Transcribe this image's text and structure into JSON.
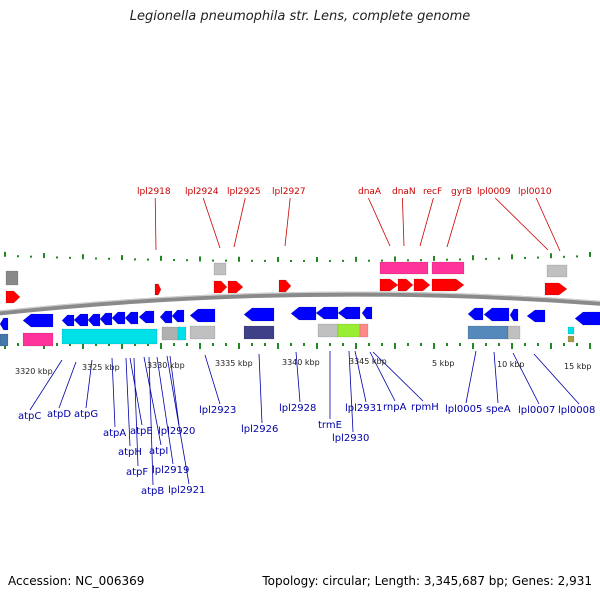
{
  "title": "Legionella pneumophila str. Lens, complete genome",
  "footer": {
    "accession": "Accession: NC_006369",
    "summary": "Topology: circular; Length: 3,345,687 bp; Genes: 2,931"
  },
  "colors": {
    "top_strand_gene": "#ff0000",
    "bottom_strand_gene": "#0000ff",
    "top_label": "#cc0000",
    "bottom_label": "#0000aa",
    "backbone": "#777777",
    "tick": "#228822"
  },
  "scale_labels": [
    "3320 kbp",
    "3325 kbp",
    "3330 kbp",
    "3335 kbp",
    "3340 kbp",
    "3345 kbp",
    "5 kbp",
    "10 kbp",
    "15 kbp"
  ],
  "top_genes": [
    "lpl2918",
    "lpl2924",
    "lpl2925",
    "lpl2927",
    "dnaA",
    "dnaN",
    "recF",
    "gyrB",
    "lpl0009",
    "lpl0010"
  ],
  "bottom_genes": [
    "atpC",
    "atpD",
    "atpG",
    "atpA",
    "atpH",
    "atpE",
    "atpF",
    "atpI",
    "atpB",
    "lpl2919",
    "lpl2920",
    "lpl2921",
    "lpl2923",
    "lpl2926",
    "lpl2928",
    "trmE",
    "lpl2930",
    "lpl2931",
    "rnpA",
    "rpmH",
    "lpl0005",
    "speA",
    "lpl0007",
    "lpl0008"
  ]
}
